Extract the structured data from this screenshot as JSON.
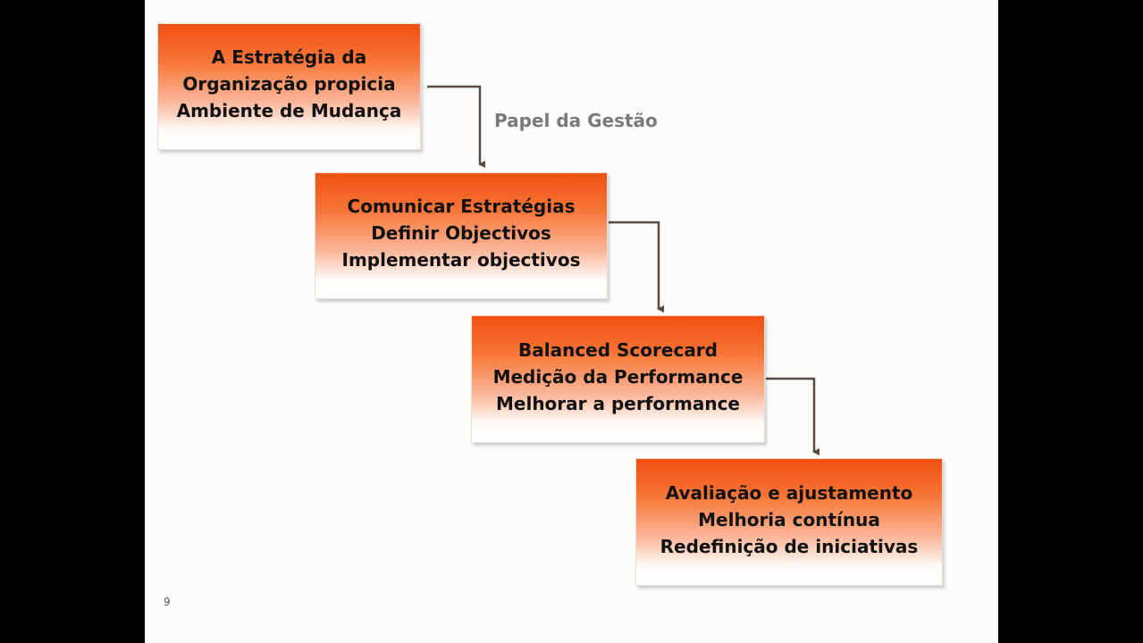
{
  "diagram": {
    "steps": [
      {
        "lines": [
          "A Estratégia da",
          "Organização propicia",
          "Ambiente de Mudança"
        ]
      },
      {
        "lines": [
          "Comunicar Estratégias",
          "Definir Objectivos",
          "Implementar objectivos"
        ]
      },
      {
        "lines": [
          "Balanced Scorecard",
          "Medição da Performance",
          "Melhorar a performance"
        ]
      },
      {
        "lines": [
          "Avaliação e ajustamento",
          "Melhoria contínua",
          "Redefinição de iniciativas"
        ]
      }
    ],
    "role_label": "Papel da Gestão",
    "connector_color": "#5b4a44",
    "box_gradient_top": "#f24f12"
  },
  "slide": {
    "page_number": "9"
  }
}
